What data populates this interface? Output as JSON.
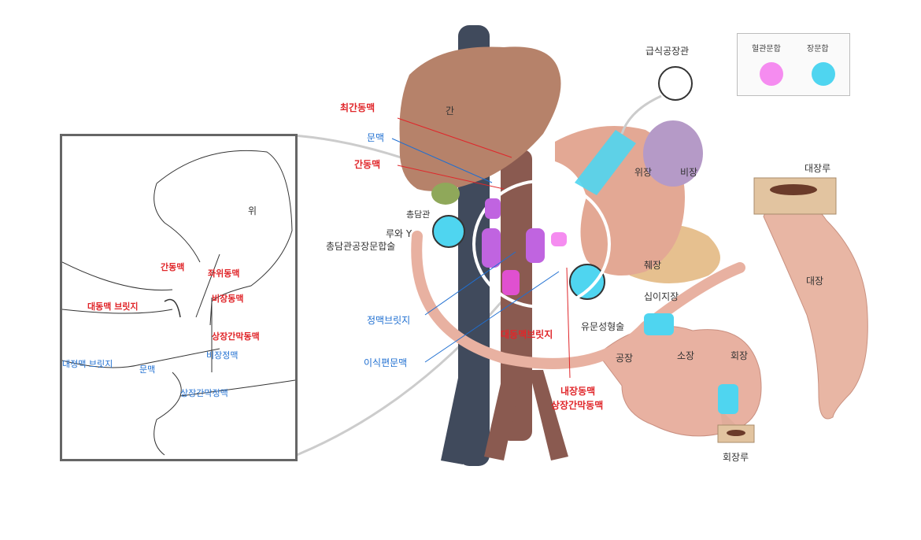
{
  "legend": {
    "items": [
      {
        "label": "혈관문합",
        "color": "#f58cf0"
      },
      {
        "label": "장문합",
        "color": "#4fd5f0"
      }
    ]
  },
  "labels": {
    "liver": "간",
    "stomach_main": "위장",
    "spleen": "비장",
    "pancreas": "췌장",
    "duodenum": "십이지장",
    "colon": "대장",
    "small_intestine": "소장",
    "jejunum_left": "공장",
    "ileum": "회장",
    "colostomy": "대장루",
    "ileostomy": "회장루",
    "feeding_tube": "급식공장관",
    "right_hepatic_artery": "최간동맥",
    "portal_vein": "문맥",
    "hepatic_artery": "간동맥",
    "bile_duct": "총담관",
    "roux_y_line1": "루와 Y",
    "roux_y_line2": "총담관공장문합술",
    "portal_vein_bridge": "정맥브릿지",
    "graft_portal_vein": "이식편문맥",
    "aorta_bridge": "대동맥브릿지",
    "pyloroplasty": "유문성형술",
    "sma_line1": "내장동맥",
    "sma_line2": "상장간막동맥"
  },
  "inset": {
    "stomach": "위",
    "hepatic_artery": "간동맥",
    "left_gastric_artery": "좌위동맥",
    "splenic_artery": "비장동맥",
    "aorta_bridge": "대동맥 브릿지",
    "sma": "상장간막동맥",
    "splenic_vein": "비장정맥",
    "vena_cava_bridge": "대정맥 브릿지",
    "portal_vein": "문맥",
    "smv": "상장간막정맥"
  }
}
